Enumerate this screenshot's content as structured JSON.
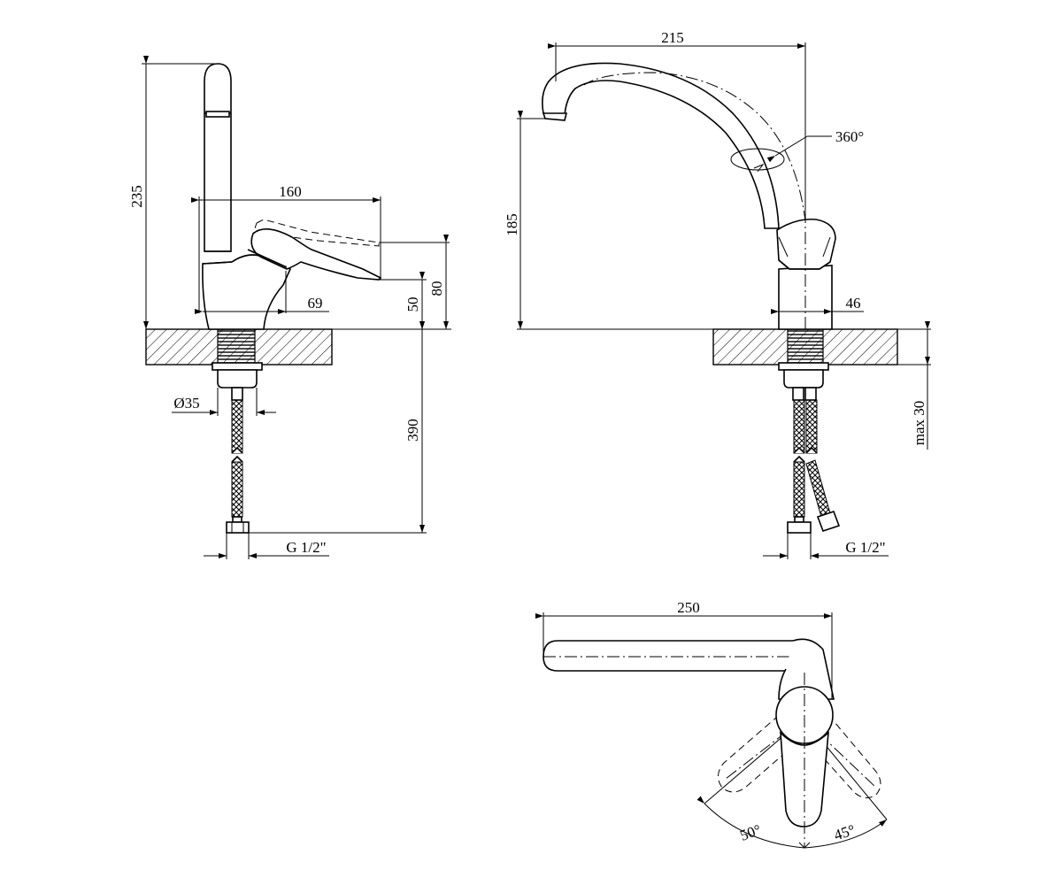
{
  "colors": {
    "line": "#000000",
    "background": "#ffffff"
  },
  "side_view": {
    "height_total": "235",
    "lever_length": "160",
    "lever_base": "69",
    "lever_height_low": "50",
    "lever_height_high": "80",
    "hose_diameter": "Ø35",
    "hose_length": "390",
    "thread": "G 1/2\""
  },
  "front_view": {
    "spout_reach": "215",
    "rotation": "360°",
    "spout_height": "185",
    "body_width": "46",
    "max_counter": "max 30",
    "thread": "G 1/2\""
  },
  "top_view": {
    "length": "250",
    "angle_left": "50°",
    "angle_right": "45°"
  }
}
